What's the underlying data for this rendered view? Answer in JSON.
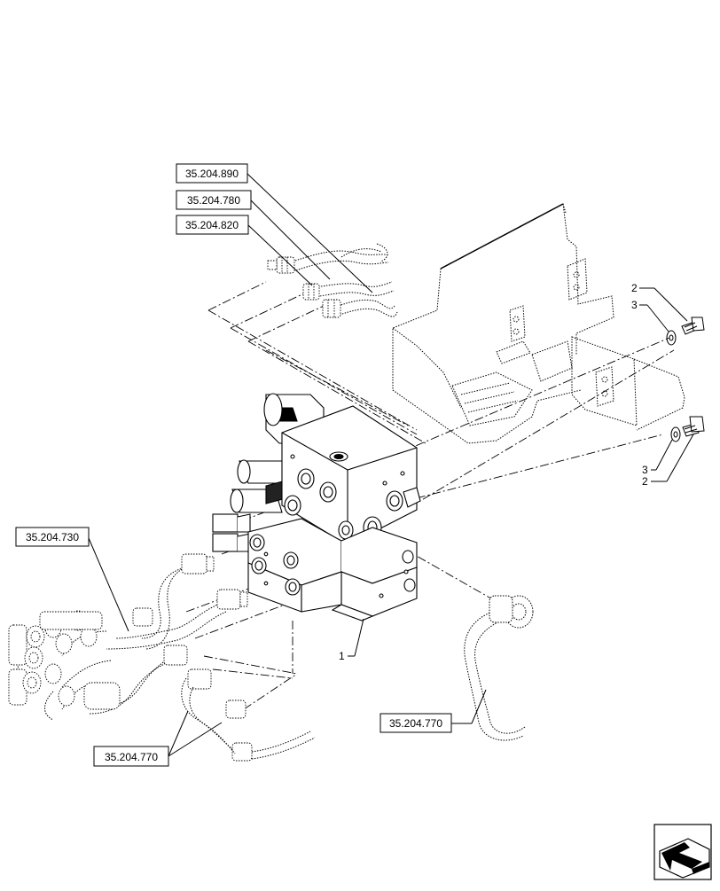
{
  "references": {
    "ref_890": "35.204.890",
    "ref_780": "35.204.780",
    "ref_820": "35.204.820",
    "ref_730": "35.204.730",
    "ref_770_right": "35.204.770",
    "ref_770_left": "35.204.770"
  },
  "item_numbers": {
    "valve_block": "1",
    "bolt_top": "2",
    "washer_top": "3",
    "washer_bottom": "3",
    "bolt_bottom": "2"
  },
  "icons": {
    "nav_arrow": "bottom-left-arrow-icon"
  }
}
